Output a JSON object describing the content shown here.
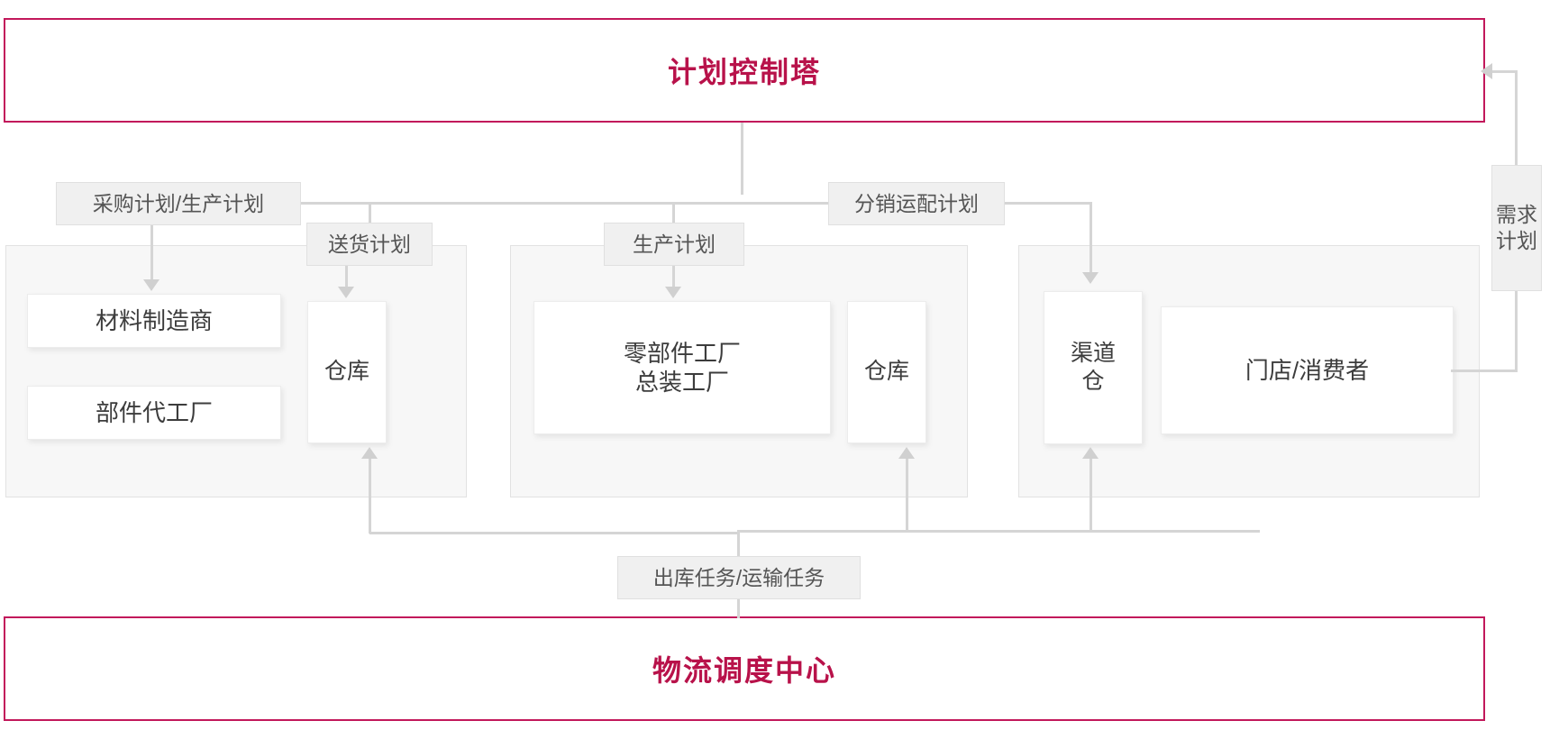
{
  "diagram": {
    "title_top": "计划控制塔",
    "title_bottom": "物流调度中心",
    "accent_color": "#b8124a",
    "line_color": "#d5d5d5",
    "plan_bg": "#f0f0f0",
    "group_bg": "#f7f7f7"
  },
  "plans": {
    "purchase": "采购计划/生产计划",
    "delivery": "送货计划",
    "production": "生产计划",
    "distribution": "分销运配计划",
    "demand": "需求\n计划",
    "outbound": "出库任务/运输任务"
  },
  "nodes": {
    "material_maker": "材料制造商",
    "parts_oem": "部件代工厂",
    "warehouse_left": "仓库",
    "factory": "零部件工厂\n总装工厂",
    "warehouse_mid": "仓库",
    "channel_warehouse": "渠道\n仓",
    "store_consumer": "门店/消费者"
  }
}
